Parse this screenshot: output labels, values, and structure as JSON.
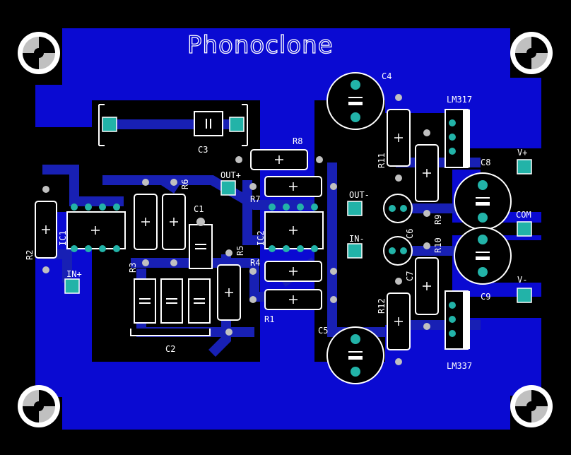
{
  "board": {
    "title": "Phonoclone",
    "colors": {
      "background": "#000000",
      "copper": "#0a0ad2",
      "trace": "#1820b4",
      "silkscreen": "#ffffff",
      "pad": "#22b3a8",
      "mount_hole": "#c0c0c0"
    }
  },
  "labels": {
    "c4": "C4",
    "lm317": "LM317",
    "c3": "C3",
    "r8": "R8",
    "r11": "R11",
    "v_plus": "V+",
    "c8": "C8",
    "r6": "R6",
    "out_plus": "OUT+",
    "r7": "R7",
    "out_minus": "OUT-",
    "r9": "R9",
    "com": "COM",
    "c1": "C1",
    "ic1": "IC1",
    "r2": "R2",
    "ic2": "IC2",
    "c6": "C6",
    "in_minus": "IN-",
    "r10": "R10",
    "r3": "R3",
    "r5": "R5",
    "r4": "R4",
    "c7": "C7",
    "in_plus": "IN+",
    "v_minus": "V-",
    "c9": "C9",
    "r1": "R1",
    "r12": "R12",
    "c5": "C5",
    "c2": "C2",
    "lm337": "LM337"
  }
}
